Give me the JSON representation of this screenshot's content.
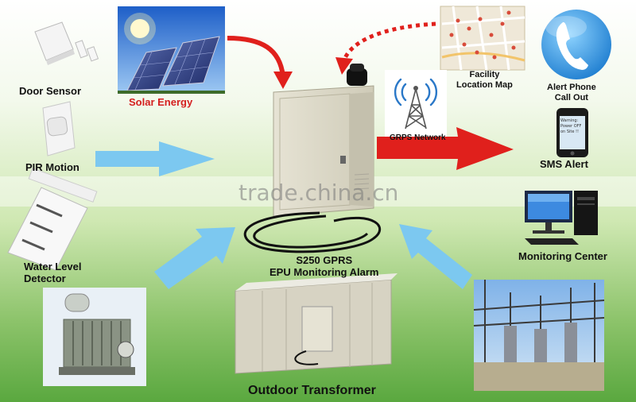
{
  "labels": {
    "door_sensor": "Door Sensor",
    "solar_energy": "Solar Energy",
    "pir_motion": "PIR Motion",
    "water_level_line1": "Water Level",
    "water_level_line2": "Detector",
    "facility_map_line1": "Facility",
    "facility_map_line2": "Location Map",
    "alert_phone_line1": "Alert Phone",
    "alert_phone_line2": "Call Out",
    "grps_network": "GRPS Network",
    "sms_alert": "SMS Alert",
    "monitoring_center": "Monitoring Center",
    "device_line1": "S250  GPRS",
    "device_line2": "EPU Monitoring Alarm",
    "outdoor_transformer": "Outdoor Transformer",
    "watermark": "trade.china.cn"
  },
  "phone_screen_text": [
    "Warning:",
    "Power OFF",
    "on Site !!"
  ],
  "colors": {
    "red_arrow": "#e0201c",
    "blue_arrow": "#7cc8f0",
    "solar_label": "#d41e1e",
    "phone_badge": "#3a9fe0"
  },
  "icons": [
    "door-sensor-icon",
    "solar-panel-icon",
    "pir-motion-icon",
    "water-level-icon",
    "map-icon",
    "phone-icon",
    "antenna-tower-icon",
    "mobile-phone-icon",
    "computer-icon",
    "cabinet-icon",
    "transformer-icon",
    "substation-icon"
  ]
}
